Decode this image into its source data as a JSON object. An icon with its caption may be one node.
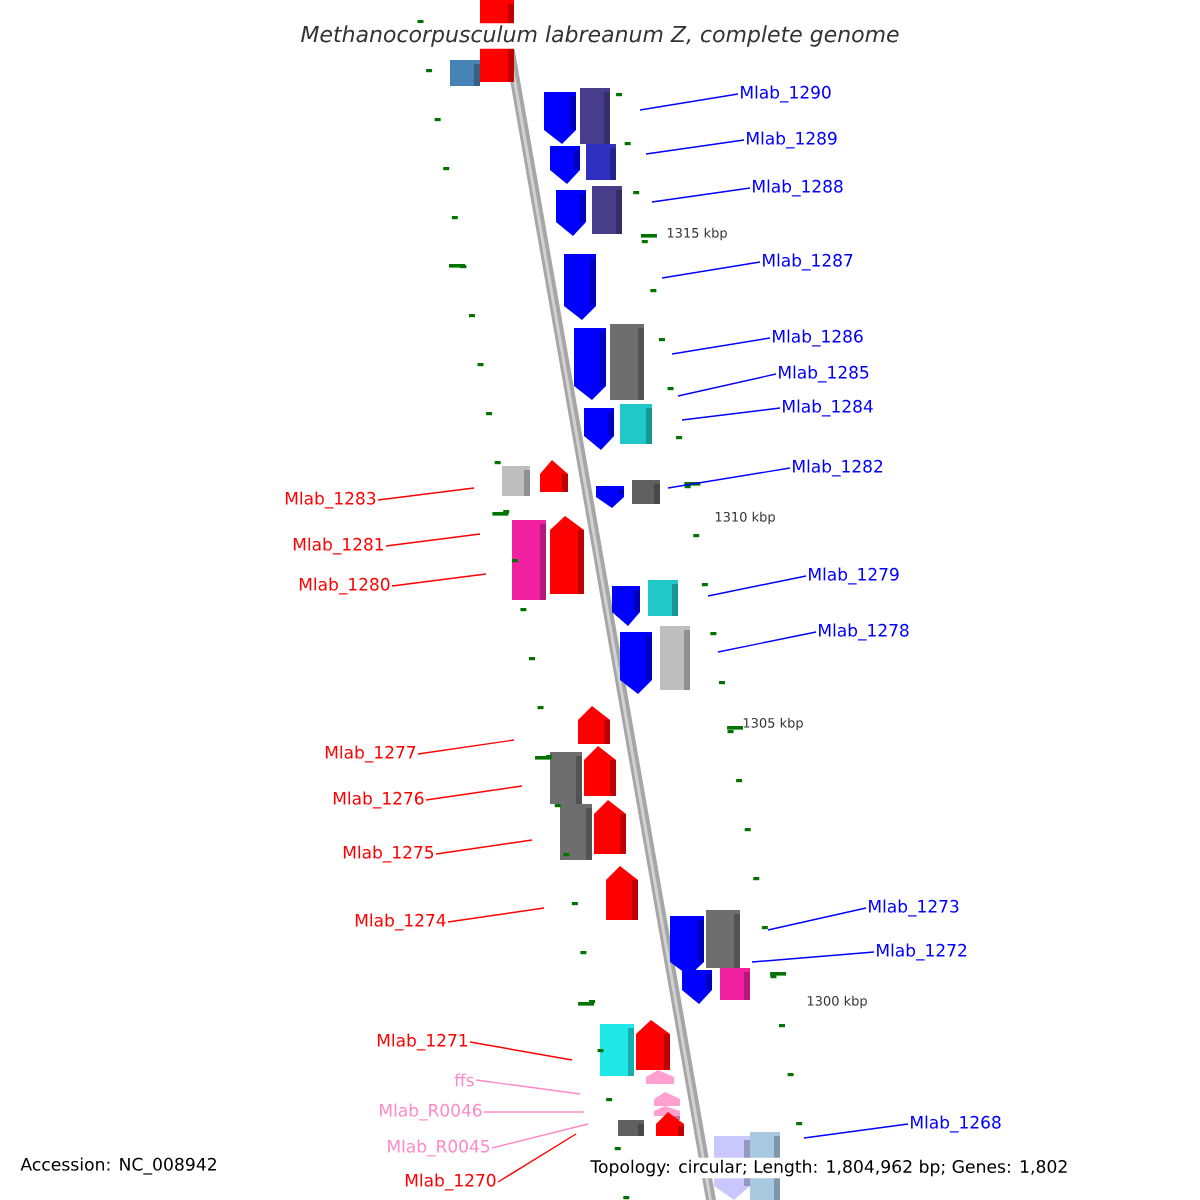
{
  "diagram": {
    "title": "Methanocorpusculum labreanum Z, complete genome",
    "nodes": [
      {
        "text": [
          "Mlab_1290"
        ]
      },
      {
        "text": [
          "Mlab_1289"
        ]
      },
      {
        "text": [
          "Mlab_1288"
        ]
      },
      {
        "text": [
          "Mlab_1287"
        ]
      },
      {
        "text": [
          "Mlab_1286"
        ]
      },
      {
        "text": [
          "Mlab_1285"
        ]
      },
      {
        "text": [
          "Mlab_1284"
        ]
      },
      {
        "text": [
          "Mlab_1282"
        ]
      },
      {
        "text": [
          "Mlab_1283"
        ]
      },
      {
        "text": [
          "Mlab_1281"
        ]
      },
      {
        "text": [
          "Mlab_1279"
        ]
      },
      {
        "text": [
          "Mlab_1280"
        ]
      },
      {
        "text": [
          "Mlab_1278"
        ]
      },
      {
        "text": [
          "Mlab_1277"
        ]
      },
      {
        "text": [
          "Mlab_1276"
        ]
      },
      {
        "text": [
          "Mlab_1275"
        ]
      },
      {
        "text": [
          "Mlab_1273"
        ]
      },
      {
        "text": [
          "Mlab_1274"
        ]
      },
      {
        "text": [
          "Mlab_1272"
        ]
      },
      {
        "text": [
          "Mlab_1271"
        ]
      },
      {
        "text": [
          "ffs"
        ]
      },
      {
        "text": [
          "Mlab_R0046"
        ]
      },
      {
        "text": [
          "Mlab_1268"
        ]
      },
      {
        "text": [
          "Mlab_R0045"
        ]
      },
      {
        "text": [
          "Mlab_1270"
        ]
      }
    ],
    "edges": [
      {
        "from": 0,
        "to": null,
        "arrow": "none"
      },
      {
        "from": 1,
        "to": null,
        "arrow": "none"
      },
      {
        "from": 2,
        "to": null,
        "arrow": "none"
      },
      {
        "from": 3,
        "to": null,
        "arrow": "none"
      },
      {
        "from": 4,
        "to": null,
        "arrow": "none"
      },
      {
        "from": 5,
        "to": null,
        "arrow": "none"
      },
      {
        "from": 6,
        "to": null,
        "arrow": "none"
      },
      {
        "from": 7,
        "to": null,
        "arrow": "none"
      },
      {
        "from": 8,
        "to": null,
        "arrow": "none",
        "color": "#ff0000"
      },
      {
        "from": 9,
        "to": null,
        "arrow": "none",
        "color": "#ff0000"
      },
      {
        "from": 10,
        "to": null,
        "arrow": "none"
      },
      {
        "from": 11,
        "to": null,
        "arrow": "none",
        "color": "#ff0000"
      },
      {
        "from": 12,
        "to": null,
        "arrow": "none"
      },
      {
        "from": 13,
        "to": null,
        "arrow": "none",
        "color": "#ff0000"
      },
      {
        "from": 14,
        "to": null,
        "arrow": "none",
        "color": "#ff0000"
      },
      {
        "from": 15,
        "to": null,
        "arrow": "none",
        "color": "#ff0000"
      },
      {
        "from": 16,
        "to": null,
        "arrow": "none"
      },
      {
        "from": 17,
        "to": null,
        "arrow": "none",
        "color": "#ff0000"
      },
      {
        "from": 18,
        "to": null,
        "arrow": "none"
      },
      {
        "from": 19,
        "to": null,
        "arrow": "none",
        "color": "#ff0000"
      },
      {
        "from": 20,
        "to": null,
        "arrow": "none",
        "color": "#ff88c8"
      },
      {
        "from": 21,
        "to": null,
        "arrow": "none",
        "color": "#ff88c8"
      },
      {
        "from": 22,
        "to": null,
        "arrow": "none"
      },
      {
        "from": 23,
        "to": null,
        "arrow": "none",
        "color": "#ff88c8"
      },
      {
        "from": 24,
        "to": null,
        "arrow": "none",
        "color": "#ff0000"
      }
    ],
    "labels": [
      "1315 kbp",
      "1310 kbp",
      "1305 kbp",
      "1300 kbp",
      "Accession: NC_008942",
      "Topology: circular; Length: 1,804,962 bp; Genes: 1,802"
    ]
  }
}
